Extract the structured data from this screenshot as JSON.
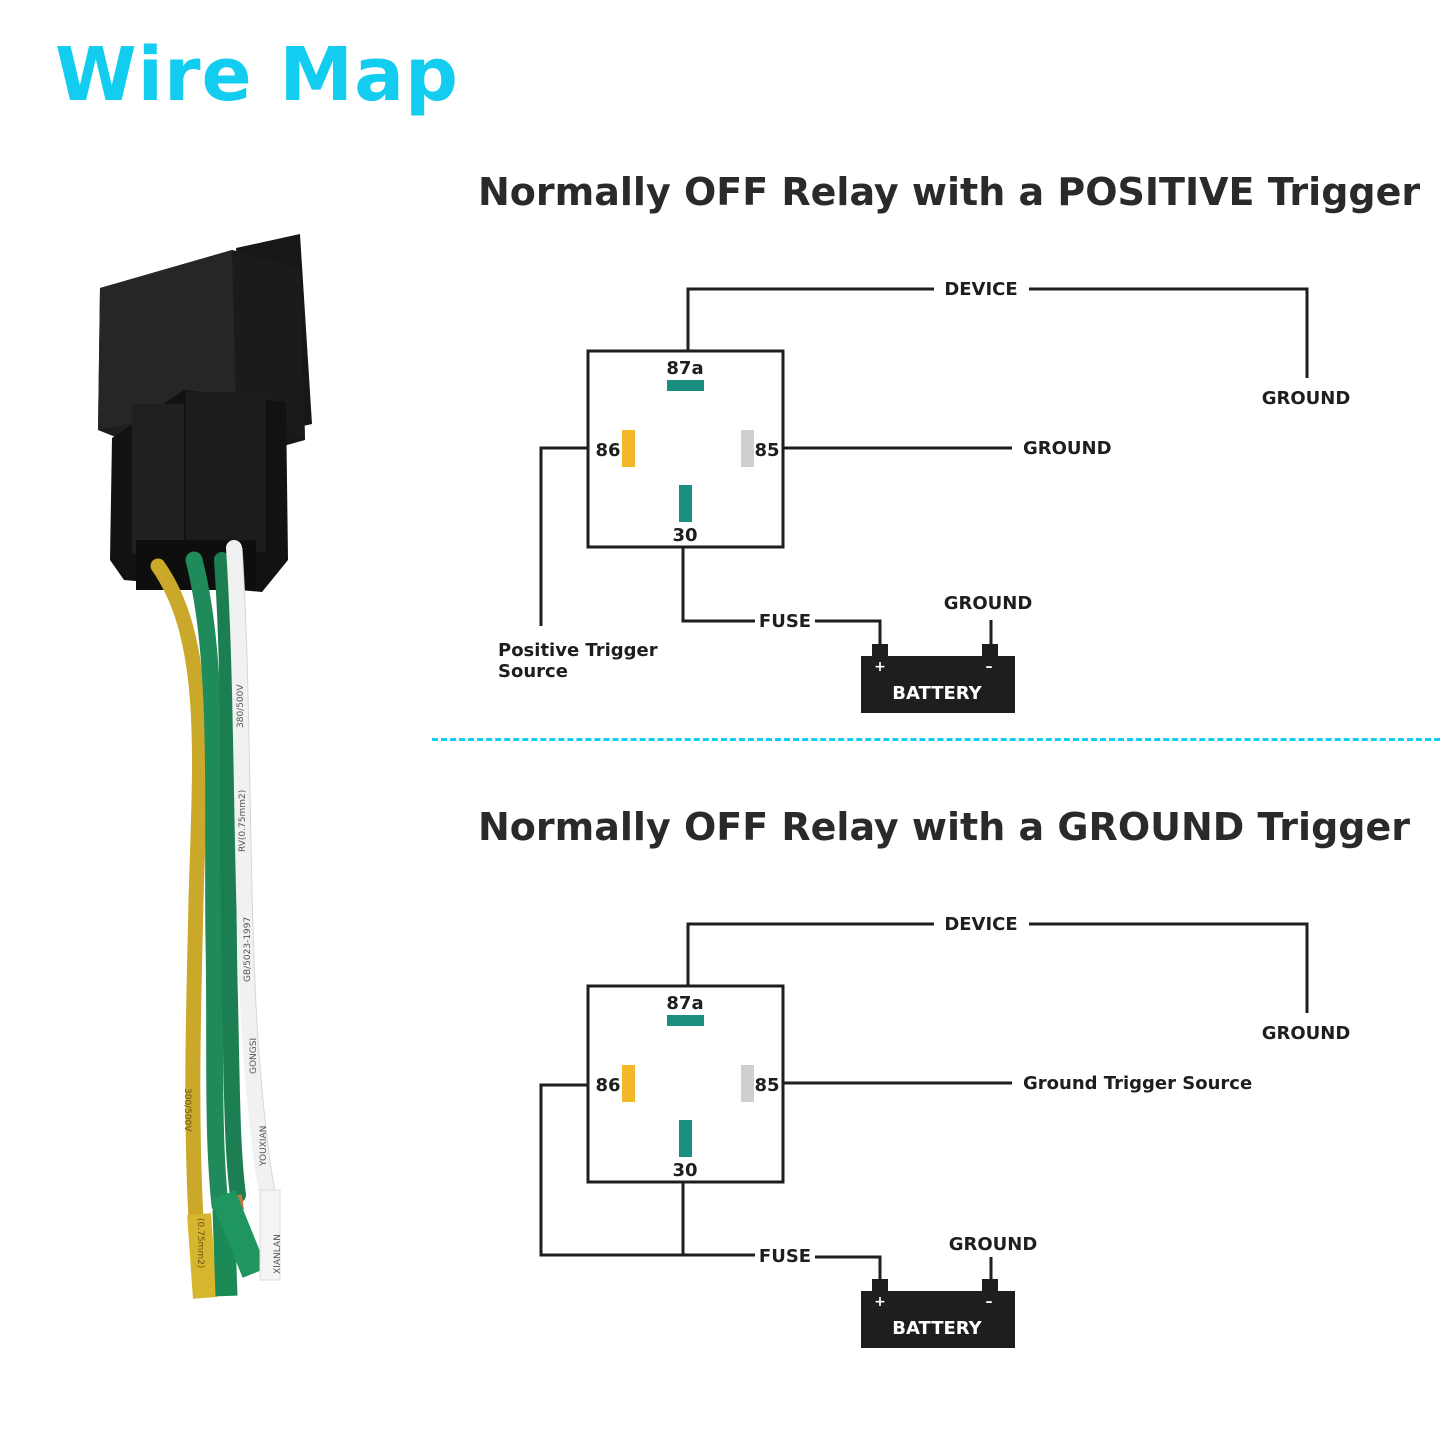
{
  "title": "Wire Map",
  "colors": {
    "title": "#12cdf0",
    "pin_30_87a": "#1a8f7f",
    "pin_86": "#f2b828",
    "pin_85": "#cfcfcf",
    "wire_yellow": "#d3b22d",
    "wire_green": "#1f8a5a",
    "wire_white": "#f4f4f4"
  },
  "diagrams": [
    {
      "title": "Normally OFF Relay with a POSITIVE Trigger",
      "pins": {
        "p87a": "87a",
        "p86": "86",
        "p85": "85",
        "p30": "30"
      },
      "labels": {
        "device": "DEVICE",
        "device_ground": "GROUND",
        "pin85_target": "GROUND",
        "trigger_line1": "Positive Trigger",
        "trigger_line2": "Source",
        "fuse": "FUSE",
        "battery_ground": "GROUND",
        "battery": "BATTERY",
        "plus": "+",
        "minus": "–"
      }
    },
    {
      "title": "Normally OFF Relay with a GROUND Trigger",
      "pins": {
        "p87a": "87a",
        "p86": "86",
        "p85": "85",
        "p30": "30"
      },
      "labels": {
        "device": "DEVICE",
        "device_ground": "GROUND",
        "pin85_target": "Ground Trigger Source",
        "fuse": "FUSE",
        "battery_ground": "GROUND",
        "battery": "BATTERY",
        "plus": "+",
        "minus": "–"
      }
    }
  ],
  "wire_print": {
    "white_1": "380/500V",
    "white_2": "RV(0.75mm2)",
    "white_3": "GB/5023-1997",
    "white_4": "GONGSI",
    "white_5": "YOUXIAN",
    "white_6": "XIANLAN",
    "yellow_1": "300/500V",
    "yellow_2": "(0.75mm2)"
  }
}
